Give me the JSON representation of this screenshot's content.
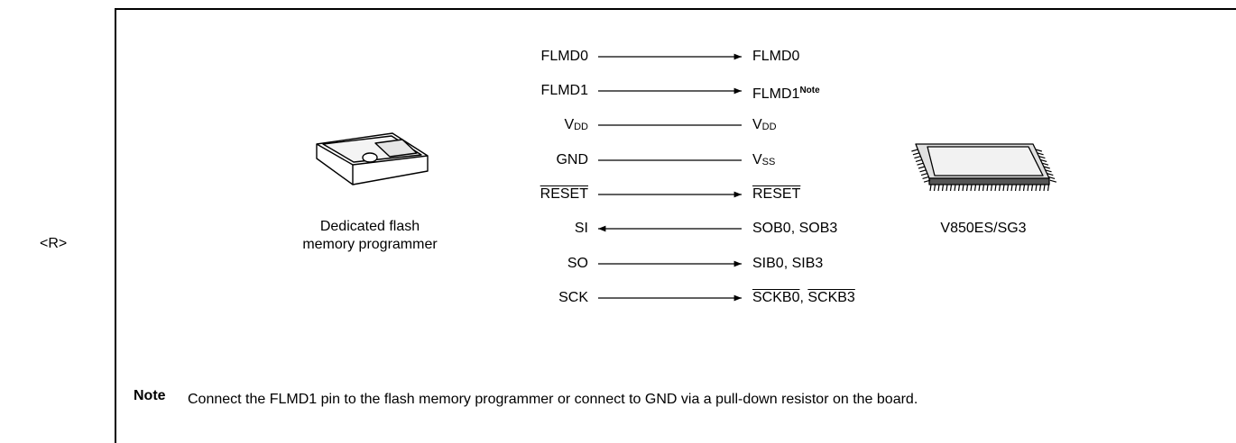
{
  "margin_mark": "<R>",
  "programmer": {
    "caption_line1": "Dedicated flash",
    "caption_line2": "memory programmer"
  },
  "device": {
    "caption": "V850ES/SG3"
  },
  "signals": [
    {
      "left": "FLMD0",
      "right": "FLMD0",
      "direction": "right"
    },
    {
      "left": "FLMD1",
      "right": "FLMD1",
      "right_sup": "Note",
      "direction": "right"
    },
    {
      "left": "V",
      "left_sub": "DD",
      "right": "V",
      "right_sub": "DD",
      "direction": "none"
    },
    {
      "left": "GND",
      "right": "V",
      "right_sub": "SS",
      "direction": "none"
    },
    {
      "left": "RESET",
      "right": "RESET",
      "overline": true,
      "direction": "right"
    },
    {
      "left": "SI",
      "right": "SOB0, SOB3",
      "direction": "left"
    },
    {
      "left": "SO",
      "right": "SIB0, SIB3",
      "direction": "right"
    },
    {
      "left": "SCK",
      "right_a": "SCKB0",
      "right_sep": ", ",
      "right_b": "SCKB3",
      "direction": "right"
    }
  ],
  "note": {
    "key": "Note",
    "text": "Connect the FLMD1 pin to the flash memory programmer or connect to GND via a pull-down resistor on the board."
  }
}
